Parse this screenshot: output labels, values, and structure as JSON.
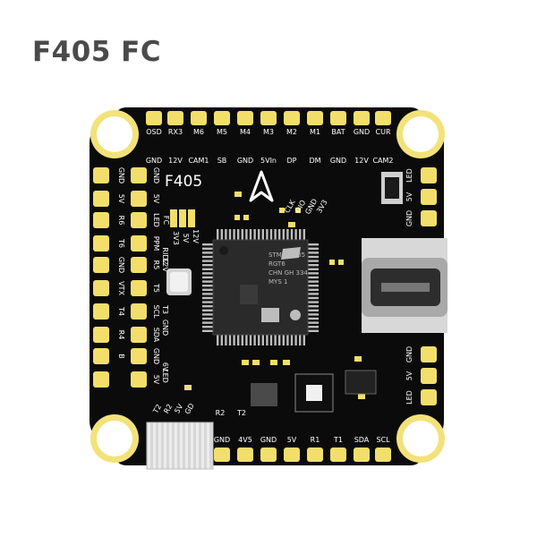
{
  "page": {
    "title": "F405 FC"
  },
  "board": {
    "silkscreen_name": "F405",
    "top_labels_upper": [
      "OSD",
      "RX3",
      "M6",
      "M5",
      "M4",
      "M3",
      "M2",
      "M1",
      "BAT",
      "GND",
      "CUR"
    ],
    "top_labels_lower": [
      "GND",
      "12V",
      "CAM1",
      "SB",
      "GND",
      "5VIn",
      "DP",
      "DM",
      "GND",
      "12V",
      "CAM2"
    ],
    "left_outer_labels": [
      "GND",
      "5V",
      "R6",
      "T6",
      "GND",
      "VTX",
      "T4",
      "R4",
      "B"
    ],
    "left_inner_labels": [
      "GND",
      "5V",
      "LED",
      "PPM",
      "R5",
      "T5",
      "SCL",
      "SDA",
      "GND",
      "5V"
    ],
    "left_inner_extra": [
      "RID2",
      "12V",
      "T3",
      "GND",
      "6V",
      "LED"
    ],
    "right_labels_top": [
      "LED",
      "5V",
      "GND"
    ],
    "right_labels_bottom": [
      "GND",
      "5V",
      "LED"
    ],
    "bottom_labels_upper": [
      "R2",
      "T2"
    ],
    "bottom_labels_lower": [
      "GND",
      "4V5",
      "GND",
      "5V",
      "R1",
      "T1",
      "SDA",
      "SCL"
    ],
    "connector_labels": [
      "T2",
      "R2",
      "5V",
      "GD"
    ],
    "small_labels": [
      "3V3",
      "5V",
      "12V",
      "FC"
    ],
    "debug_labels": [
      "CLK",
      "DIO",
      "GND",
      "3V3"
    ],
    "mcu_text": [
      "STM32F405",
      "RGT6",
      "CHN GH 334",
      "MYS 1"
    ],
    "colors": {
      "board": "#0b0b0b",
      "pad": "#f2df6b",
      "pin": "#bdbdbd",
      "silk": "#ffffff"
    },
    "icons": [
      "st-logo-icon",
      "arrow-logo-icon",
      "usb-c-port-icon",
      "boot-button-icon",
      "mounting-hole-icon"
    ]
  }
}
